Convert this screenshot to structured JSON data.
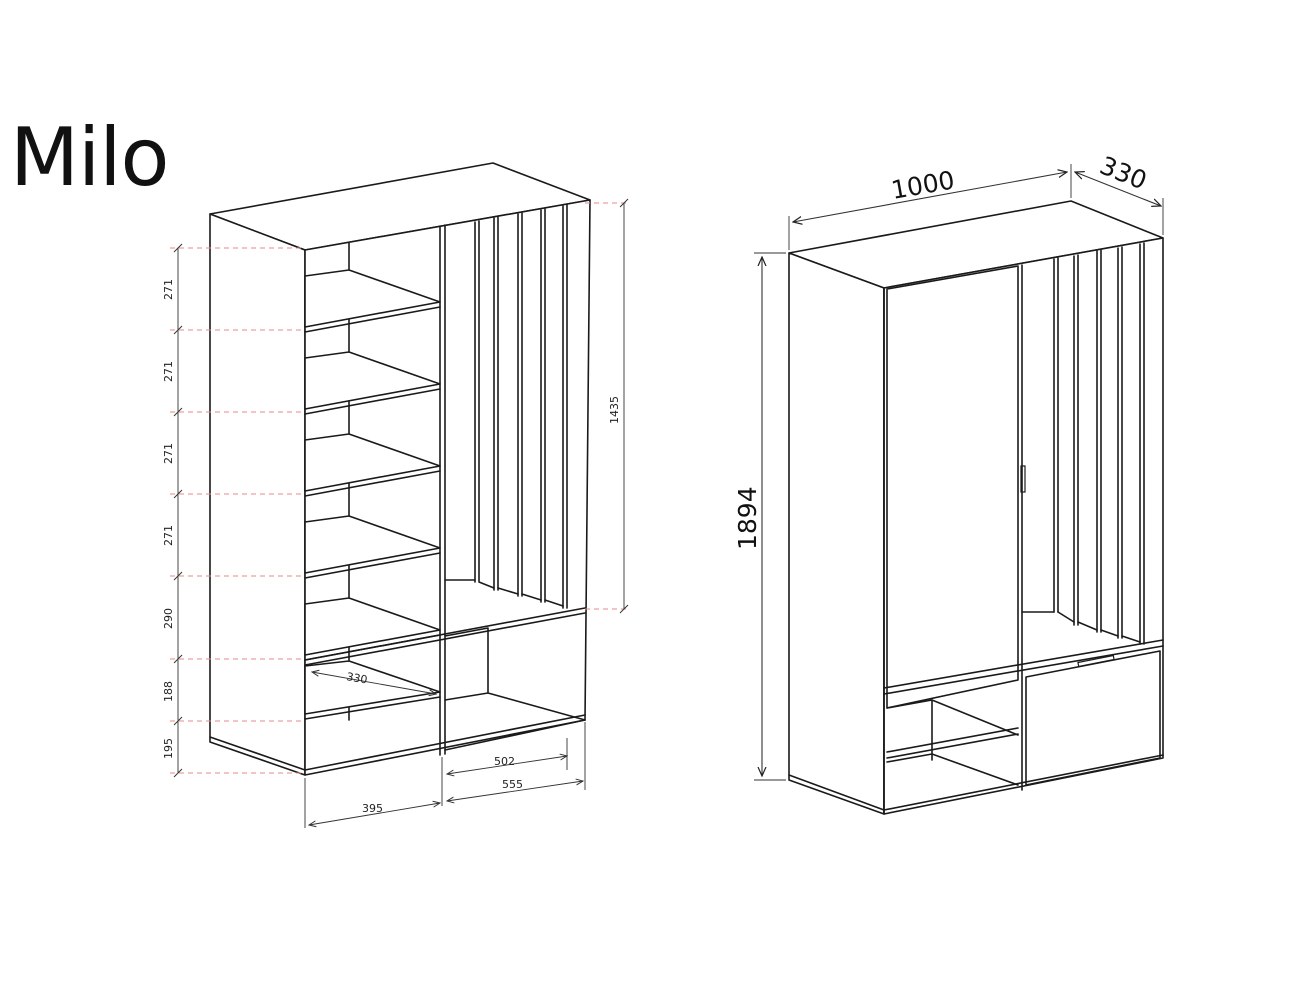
{
  "title": "Milo",
  "left_view": {
    "shelf_heights": [
      "271",
      "271",
      "271",
      "271",
      "290",
      "188",
      "195"
    ],
    "rail_height": "1435",
    "inner_depth": "330",
    "compartment_inner_width": "502",
    "compartment_outer_width": "555",
    "left_width": "395"
  },
  "right_view": {
    "width": "1000",
    "depth": "330",
    "height": "1894"
  }
}
